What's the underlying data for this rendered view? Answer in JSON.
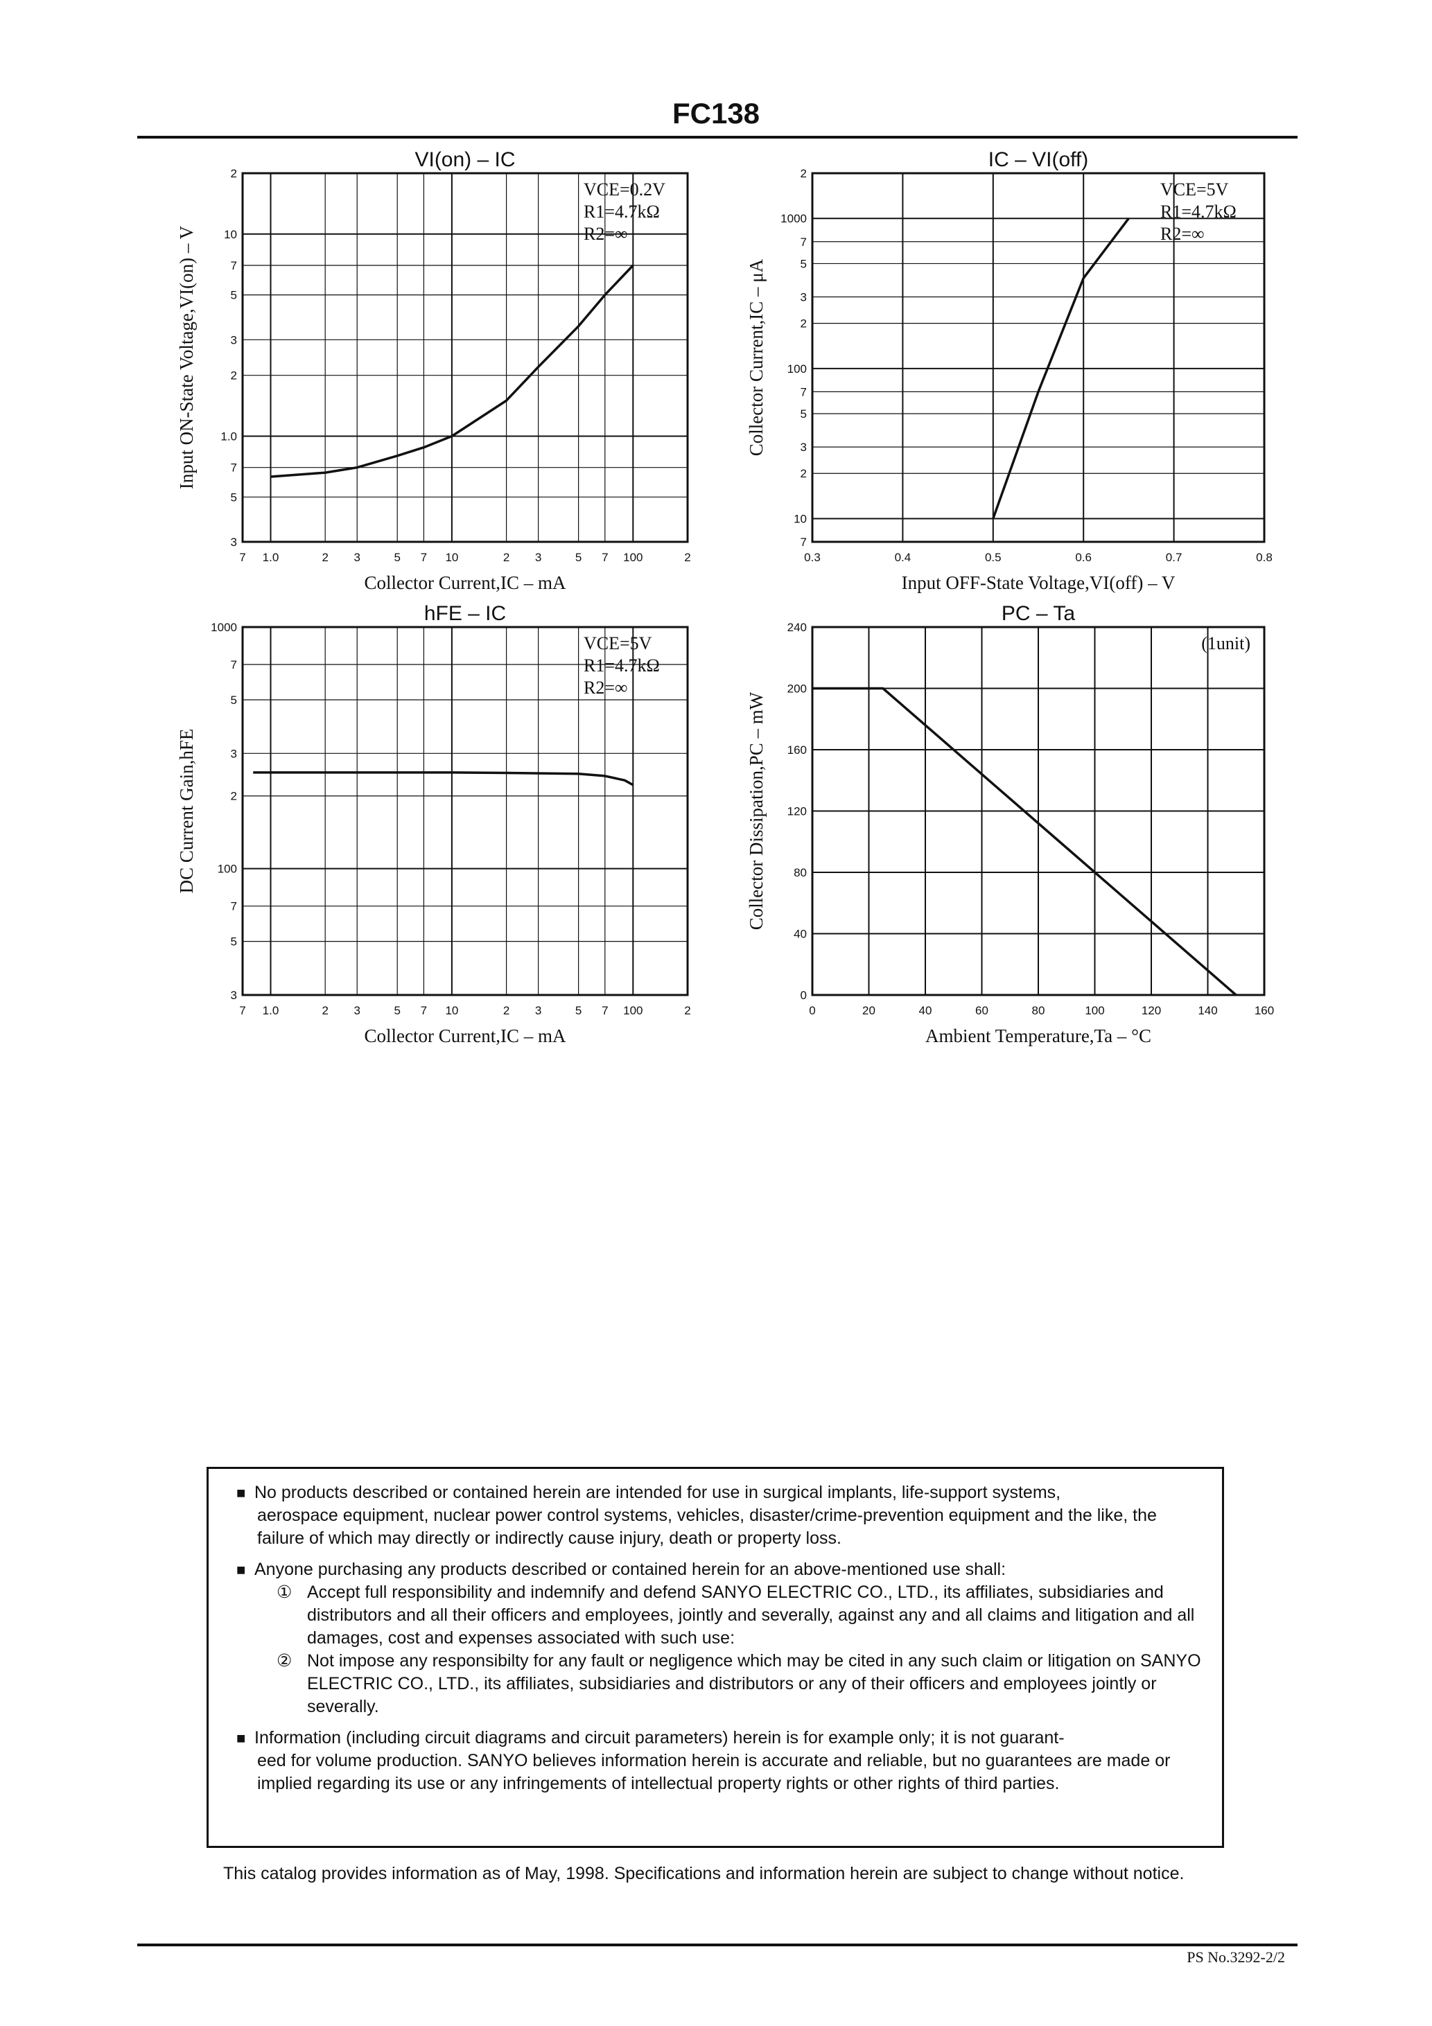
{
  "page": {
    "title": "FC138",
    "page_number": "PS  No.3292-2/2"
  },
  "chart_data": [
    {
      "type": "line",
      "title": "VI(on) – IC",
      "xlabel": "Collector Current,IC – mA",
      "ylabel": "Input ON-State Voltage,VI(on) – V",
      "x_scale": "log",
      "y_scale": "log",
      "xlim": [
        0.7,
        200
      ],
      "ylim": [
        0.3,
        20
      ],
      "x_tick_labels": [
        "7",
        "1.0",
        "2",
        "3",
        "5",
        "7",
        "10",
        "2",
        "3",
        "5",
        "7",
        "100",
        "2"
      ],
      "y_tick_labels": [
        "3",
        "5",
        "7",
        "1.0",
        "2",
        "3",
        "5",
        "7",
        "10",
        "2"
      ],
      "conditions": [
        "VCE=0.2V",
        "R1=4.7kΩ",
        "R2=∞"
      ],
      "series": [
        {
          "x": [
            1.0,
            2,
            3,
            5,
            7,
            10,
            20,
            30,
            50,
            70,
            100
          ],
          "y": [
            0.63,
            0.66,
            0.7,
            0.8,
            0.88,
            1.0,
            1.5,
            2.2,
            3.5,
            5.0,
            7.0
          ]
        }
      ],
      "grid": true
    },
    {
      "type": "line",
      "title": "IC – VI(off)",
      "xlabel": "Input OFF-State Voltage,VI(off) – V",
      "ylabel": "Collector Current,IC – μA",
      "x_scale": "linear",
      "y_scale": "log",
      "xlim": [
        0.3,
        0.8
      ],
      "ylim": [
        7,
        2000
      ],
      "x_tick_labels": [
        "0.3",
        "0.4",
        "0.5",
        "0.6",
        "0.7",
        "0.8"
      ],
      "y_tick_labels": [
        "7",
        "10",
        "2",
        "3",
        "5",
        "7",
        "100",
        "2",
        "3",
        "5",
        "7",
        "1000",
        "2"
      ],
      "conditions": [
        "VCE=5V",
        "R1=4.7kΩ",
        "R2=∞"
      ],
      "series": [
        {
          "x": [
            0.5,
            0.55,
            0.6,
            0.65
          ],
          "y": [
            10,
            70,
            400,
            1000
          ]
        }
      ],
      "grid": true
    },
    {
      "type": "line",
      "title": "hFE – IC",
      "xlabel": "Collector Current,IC – mA",
      "ylabel": "DC Current Gain,hFE",
      "x_scale": "log",
      "y_scale": "log",
      "xlim": [
        0.7,
        200
      ],
      "ylim": [
        30,
        1000
      ],
      "x_tick_labels": [
        "7",
        "1.0",
        "2",
        "3",
        "5",
        "7",
        "10",
        "2",
        "3",
        "5",
        "7",
        "100",
        "2"
      ],
      "y_tick_labels": [
        "3",
        "5",
        "7",
        "100",
        "2",
        "3",
        "5",
        "7",
        "1000"
      ],
      "conditions": [
        "VCE=5V",
        "R1=4.7kΩ",
        "R2=∞"
      ],
      "series": [
        {
          "x": [
            0.8,
            2,
            5,
            10,
            20,
            50,
            70,
            90,
            100
          ],
          "y": [
            250,
            250,
            250,
            250,
            249,
            247,
            242,
            232,
            222
          ]
        }
      ],
      "grid": true
    },
    {
      "type": "line",
      "title": "PC – Ta",
      "xlabel": "Ambient Temperature,Ta – °C",
      "ylabel": "Collector Dissipation,PC – mW",
      "x_scale": "linear",
      "y_scale": "linear",
      "xlim": [
        0,
        160
      ],
      "ylim": [
        0,
        240
      ],
      "x_tick_labels": [
        "0",
        "20",
        "40",
        "60",
        "80",
        "100",
        "120",
        "140",
        "160"
      ],
      "y_tick_labels": [
        "0",
        "40",
        "80",
        "120",
        "160",
        "200",
        "240"
      ],
      "conditions": [
        "(1unit)"
      ],
      "series": [
        {
          "x": [
            0,
            25,
            150
          ],
          "y": [
            200,
            200,
            0
          ]
        }
      ],
      "grid": true
    }
  ],
  "notice": {
    "items": [
      {
        "bullet": "■",
        "lead": "No products described or contained herein are intended for use in surgical implants, life-support systems,",
        "body": "aerospace equipment, nuclear power control systems, vehicles, disaster/crime-prevention equipment and the like, the failure of which may directly or indirectly cause injury, death or property loss."
      },
      {
        "bullet": "■",
        "lead": "Anyone purchasing any products described or contained herein for an above-mentioned use shall:",
        "subitems": [
          {
            "num": "①",
            "text": "Accept full responsibility and indemnify and defend SANYO ELECTRIC CO., LTD., its affiliates, subsidiaries and distributors and all their officers and employees, jointly and severally, against any and all claims and litigation and all damages, cost and expenses associated with such use:"
          },
          {
            "num": "②",
            "text": "Not impose any responsibilty for any fault or negligence which may be cited in any such claim or litigation on SANYO ELECTRIC CO., LTD., its affiliates, subsidiaries and distributors or any of their officers and employees jointly or severally."
          }
        ]
      },
      {
        "bullet": "■",
        "lead": "Information (including circuit diagrams and circuit parameters) herein is for example only; it is not guarant-",
        "body": "eed for volume production. SANYO believes information herein is accurate and reliable, but no guarantees are made or implied regarding its use or any infringements of intellectual property rights or other rights of third parties."
      }
    ],
    "footer": "This catalog provides information as of May, 1998. Specifications and information herein are subject to change without notice."
  },
  "colors": {
    "ink": "#111111",
    "background": "#ffffff"
  }
}
